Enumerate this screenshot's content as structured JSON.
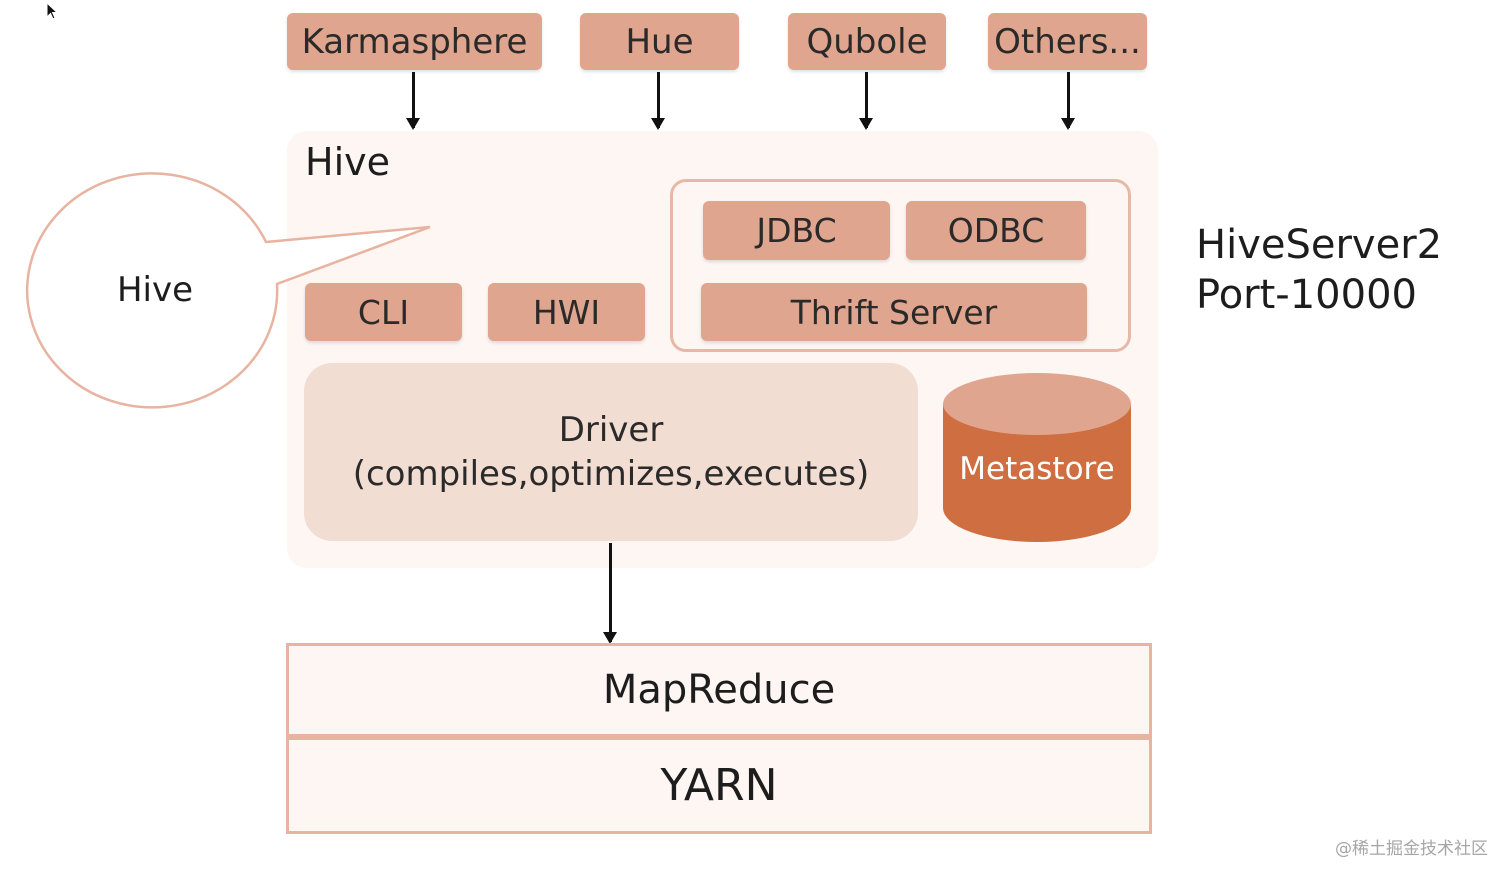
{
  "clients": [
    {
      "label": "Karmasphere"
    },
    {
      "label": "Hue"
    },
    {
      "label": "Qubole"
    },
    {
      "label": "Others..."
    }
  ],
  "hive_panel": {
    "title": "Hive"
  },
  "bubble": {
    "label": "Hive"
  },
  "components": {
    "cli": "CLI",
    "hwi": "HWI",
    "jdbc": "JDBC",
    "odbc": "ODBC",
    "thrift": "Thrift Server"
  },
  "driver": {
    "line1": "Driver",
    "line2": "(compiles,optimizes,executes)"
  },
  "metastore": {
    "label": "Metastore"
  },
  "hiveserver2": {
    "line1": "HiveServer2",
    "line2": "Port-10000"
  },
  "layers": {
    "mapreduce": "MapReduce",
    "yarn": "YARN"
  },
  "watermark": "@稀土掘金技术社区",
  "colors": {
    "component_fill": "#e0a58e",
    "panel_fill": "#fdf6f3",
    "driver_fill": "#f2ddd3",
    "metastore_body": "#cf6e40",
    "metastore_top": "#e0a58e",
    "border": "#e8b3a0"
  }
}
